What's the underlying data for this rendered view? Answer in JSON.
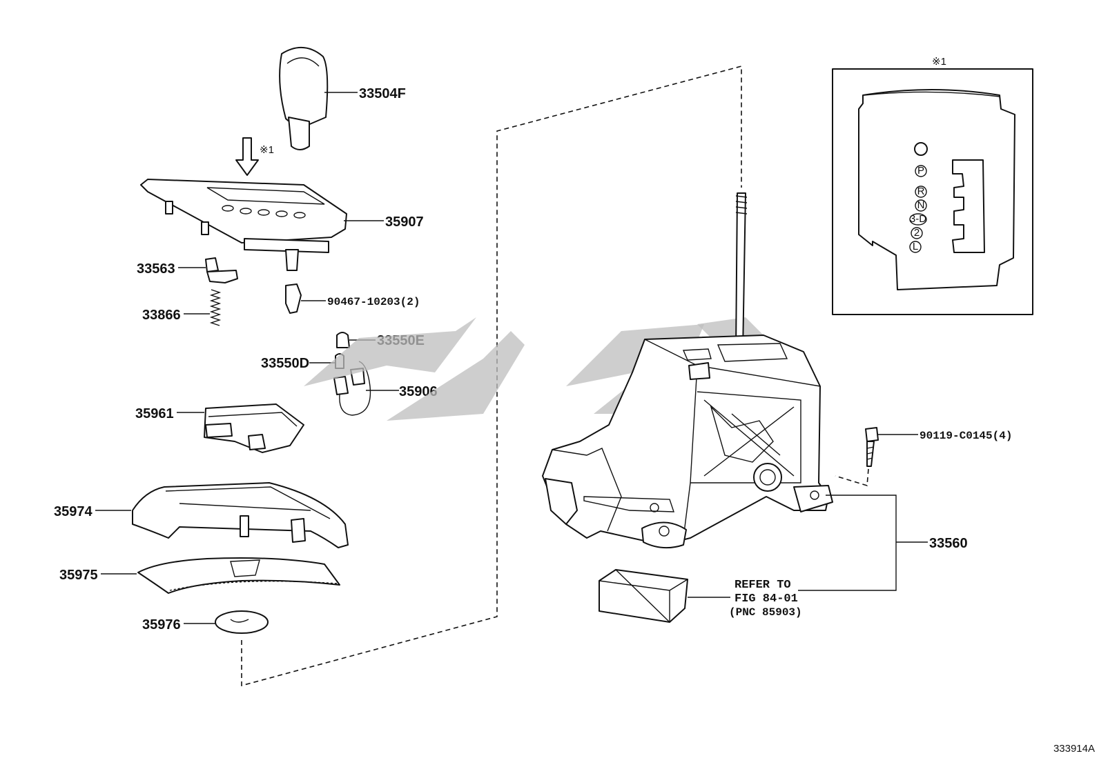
{
  "labels": {
    "p33504F": "33504F",
    "note_arrow": "※1",
    "p35907": "35907",
    "p33563": "33563",
    "p90467": "90467-10203(2)",
    "p33866": "33866",
    "p33550E": "33550E",
    "p33550D": "33550D",
    "p35906": "35906",
    "p35961": "35961",
    "p35974": "35974",
    "p35975": "35975",
    "p35976": "35976",
    "p90119": "90119-C0145(4)",
    "p33560": "33560",
    "refer_line1": "REFER TO",
    "refer_line2": "FIG 84-01",
    "refer_line3": "(PNC 85903)",
    "inset_note": "※1",
    "diagram_id": "333914A"
  },
  "gear_positions": [
    "P",
    "R",
    "N",
    "3-D",
    "2",
    "L"
  ]
}
